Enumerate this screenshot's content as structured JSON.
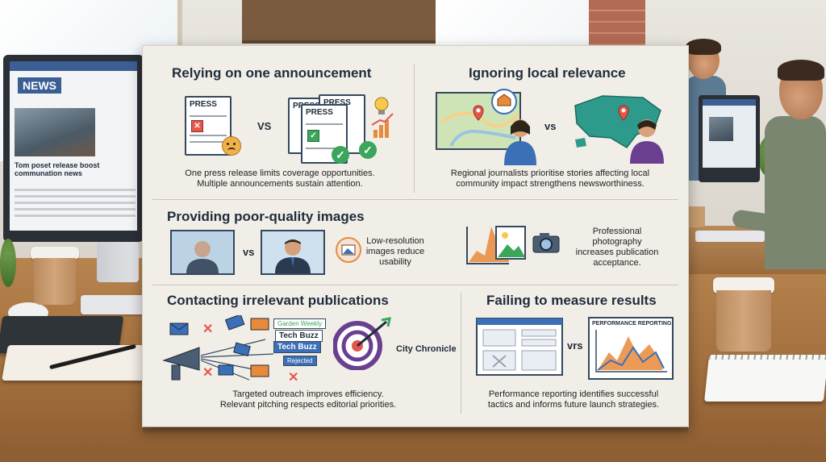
{
  "background": {
    "monitor_left": {
      "site_label": "NEWS",
      "headline": "Tom poset release boost communation news"
    }
  },
  "poster": {
    "sections": [
      {
        "title": "Relying on one announcement",
        "vs_label": "VS",
        "doc_label_left": "PRESS",
        "doc_label_stack": [
          "PRESS",
          "PRESS",
          "PRESS"
        ],
        "caption_lines": [
          "One press release limits coverage opportunities.",
          "Multiple announcements sustain attention."
        ]
      },
      {
        "title": "Ignoring local relevance",
        "vs_label": "vs",
        "caption_lines": [
          "Regional journalists prioritise stories affecting local",
          "community impact strengthens newsworthiness."
        ]
      },
      {
        "title": "Providing poor-quality images",
        "vs_label": "vs",
        "caption_mid_lines": [
          "Low-resolution",
          "images reduce",
          "usability"
        ],
        "caption_right_lines": [
          "Professional",
          "photography",
          "increases publication",
          "acceptance."
        ]
      },
      {
        "title": "Contacting irrelevant publications",
        "tags": [
          "Garden Weekly",
          "Tech Buzz",
          "Tech Buzz",
          "Rejected"
        ],
        "target_label": "City Chronicle",
        "caption_lines": [
          "Targeted outreach improves efficiency.",
          "Relevant pitching respects editorial priorities."
        ]
      },
      {
        "title": "Failing to measure results",
        "vs_label": "vrs",
        "report_title": "PERFORMANCE REPORTING",
        "caption_lines": [
          "Performance reporting identifies successful",
          "tactics and informs future launch strategies."
        ]
      }
    ]
  },
  "colors": {
    "poster_bg": "#f1eee8",
    "title_ink": "#1f2c3a",
    "accent_red": "#e4574b",
    "accent_green": "#3aa55b",
    "accent_blue": "#3b6fb6",
    "accent_orange": "#e98a3a",
    "accent_purple": "#6b3f8f"
  }
}
